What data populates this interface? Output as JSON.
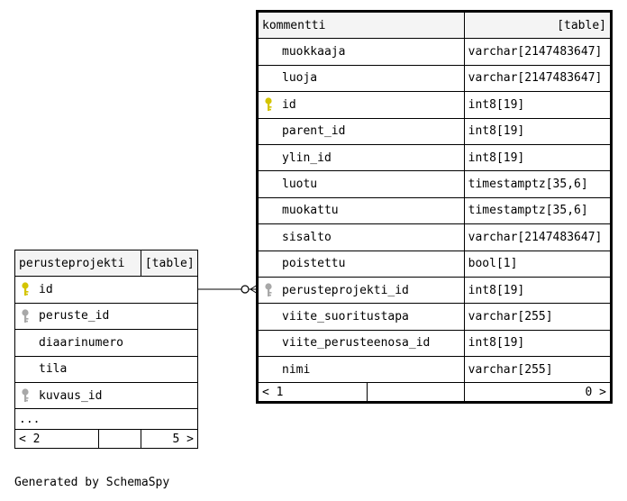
{
  "perusteprojekti": {
    "name": "perusteprojekti",
    "type": "[table]",
    "columns": [
      {
        "name": "id",
        "key": "primary"
      },
      {
        "name": "peruste_id",
        "key": "foreign"
      },
      {
        "name": "diaarinumero",
        "key": "none"
      },
      {
        "name": "tila",
        "key": "none"
      },
      {
        "name": "kuvaus_id",
        "key": "foreign"
      }
    ],
    "more": "...",
    "footer": {
      "left": "< 2",
      "right": "5 >"
    }
  },
  "kommentti": {
    "name": "kommentti",
    "type": "[table]",
    "columns": [
      {
        "name": "muokkaaja",
        "type": "varchar[2147483647]",
        "key": "none"
      },
      {
        "name": "luoja",
        "type": "varchar[2147483647]",
        "key": "none"
      },
      {
        "name": "id",
        "type": "int8[19]",
        "key": "primary"
      },
      {
        "name": "parent_id",
        "type": "int8[19]",
        "key": "none"
      },
      {
        "name": "ylin_id",
        "type": "int8[19]",
        "key": "none"
      },
      {
        "name": "luotu",
        "type": "timestamptz[35,6]",
        "key": "none"
      },
      {
        "name": "muokattu",
        "type": "timestamptz[35,6]",
        "key": "none"
      },
      {
        "name": "sisalto",
        "type": "varchar[2147483647]",
        "key": "none"
      },
      {
        "name": "poistettu",
        "type": "bool[1]",
        "key": "none"
      },
      {
        "name": "perusteprojekti_id",
        "type": "int8[19]",
        "key": "foreign"
      },
      {
        "name": "viite_suoritustapa",
        "type": "varchar[255]",
        "key": "none"
      },
      {
        "name": "viite_perusteenosa_id",
        "type": "int8[19]",
        "key": "none"
      },
      {
        "name": "nimi",
        "type": "varchar[255]",
        "key": "none"
      }
    ],
    "footer": {
      "left": "< 1",
      "right": "0 >"
    }
  },
  "credit": "Generated by SchemaSpy",
  "colors": {
    "primary_key": "#d4c400",
    "foreign_key": "#a8a8a8",
    "header_bg": "#f4f4f4"
  }
}
